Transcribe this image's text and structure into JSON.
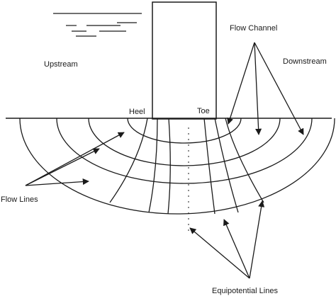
{
  "labels": {
    "upstream": "Upstream",
    "downstream": "Downstream",
    "flow_channel": "Flow Channel",
    "heel": "Heel",
    "toe": "Toe",
    "flow_lines": "Flow Lines",
    "equipotential_lines": "Equipotential Lines"
  },
  "colors": {
    "ink": "#1a1a1a",
    "background": "#ffffff"
  }
}
